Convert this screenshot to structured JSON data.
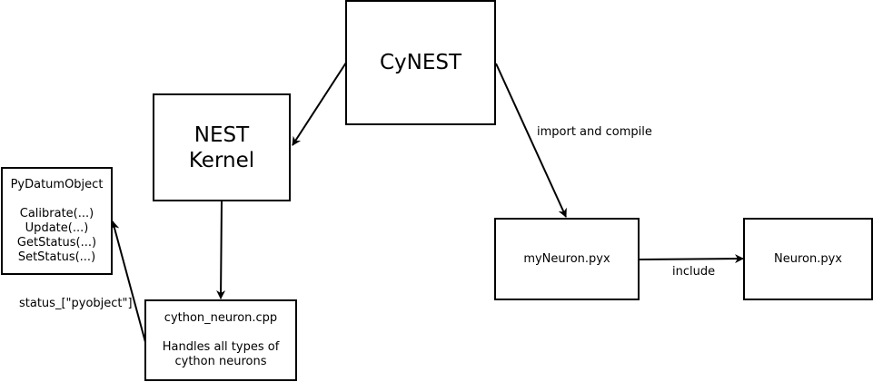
{
  "nodes": {
    "cynest": {
      "lines": [
        "CyNEST"
      ]
    },
    "nest_kernel": {
      "lines": [
        "NEST",
        "Kernel"
      ]
    },
    "pydatum": {
      "lines": [
        "PyDatumObject",
        "",
        "Calibrate(...)",
        "Update(...)",
        "GetStatus(...)",
        "SetStatus(...)"
      ]
    },
    "cython_neuron": {
      "lines": [
        "cython_neuron.cpp",
        "",
        "Handles all types of",
        "cython neurons"
      ]
    },
    "myneuron": {
      "lines": [
        "myNeuron.pyx"
      ]
    },
    "neuron": {
      "lines": [
        "Neuron.pyx"
      ]
    }
  },
  "edges": {
    "cynest_to_kernel": {
      "label": ""
    },
    "cynest_to_myneuron": {
      "label": "import and compile"
    },
    "kernel_to_cython": {
      "label": ""
    },
    "cython_to_pydatum": {
      "label": "status_[\"pyobject\"]"
    },
    "myneuron_to_neuron": {
      "label": "include"
    }
  }
}
